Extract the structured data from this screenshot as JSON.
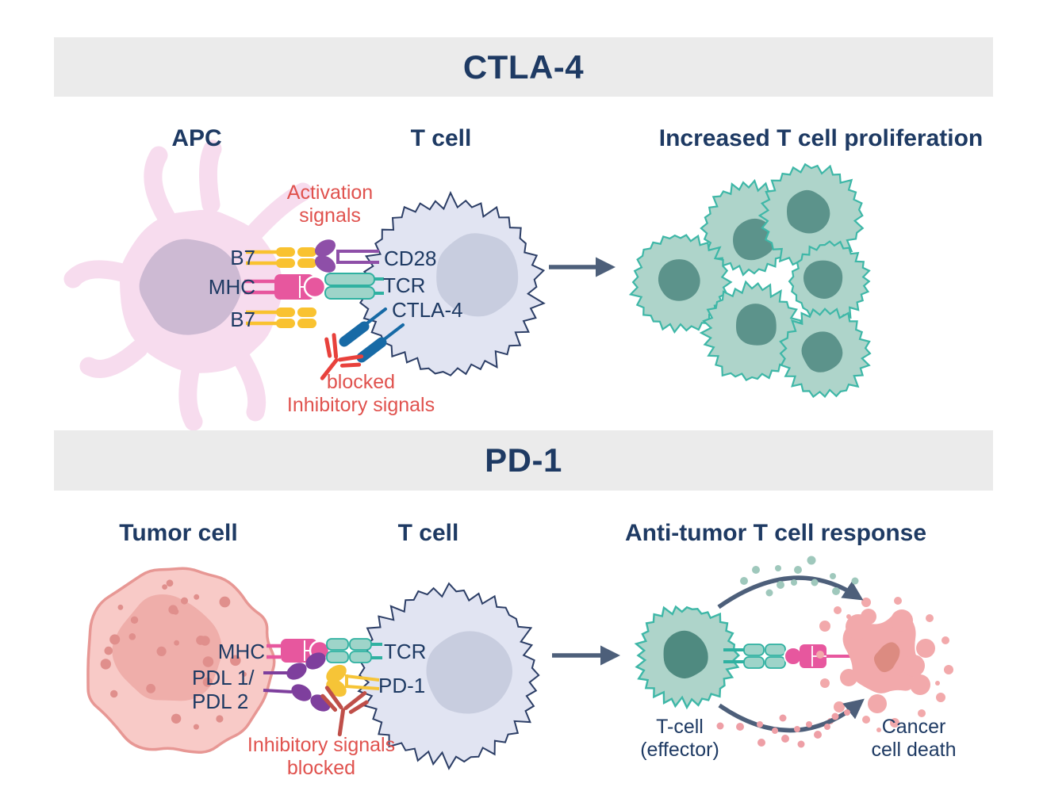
{
  "palette": {
    "navy_text": "#1e3a63",
    "red_text": "#e0524e",
    "banner_bg": "#ebebeb",
    "apc_pink": "#f7dcee",
    "apc_nucleus": "#cdbad3",
    "tcell_body": "#e1e4f2",
    "tcell_outline": "#2c3e66",
    "tcell_nucleus": "#c8cddf",
    "b7_yellow": "#f9c230",
    "mhc_pink": "#e7579e",
    "cd28_purple": "#8e4fa8",
    "pdl_purple": "#7e3f9d",
    "tcr_teal_fill": "#9ed4c9",
    "tcr_teal_stroke": "#2fb1a1",
    "ctla4_blue": "#176aa6",
    "pd1_yellow": "#f6c437",
    "antibody_red": "#e8413c",
    "antibody_brick": "#bf4f49",
    "green_cell_body": "#aed4ca",
    "green_cell_outline": "#3eb7a7",
    "green_cell_nucleus": "#5c938b",
    "effector_nucleus": "#4f8a80",
    "tumor_body": "#f8cac7",
    "tumor_outline": "#e79794",
    "tumor_nucleus": "#efaeaa",
    "tumor_dots": "#e08f8c",
    "debris_pink": "#f2a9ab",
    "debris_core": "#dc8b81",
    "arrow_slate": "#4d5f7a",
    "dot_teal": "#9fc8bc",
    "dot_pink": "#ee9fa6"
  },
  "ctla4": {
    "banner": "CTLA-4",
    "col_apc": "APC",
    "col_tcell": "T cell",
    "col_result": "Increased T cell proliferation",
    "label_b7_top": "B7",
    "label_mhc": "MHC",
    "label_b7_bottom": "B7",
    "label_cd28": "CD28",
    "label_tcr": "TCR",
    "label_ctla4": "CTLA-4",
    "activation_line1": "Activation",
    "activation_line2": "signals",
    "blocked_line1": "blocked",
    "blocked_line2": "Inhibitory signals"
  },
  "pd1": {
    "banner": "PD-1",
    "col_tumor": "Tumor cell",
    "col_tcell": "T cell",
    "col_result": "Anti-tumor T cell response",
    "label_mhc": "MHC",
    "label_pdl1": "PDL 1/",
    "label_pdl2": "PDL 2",
    "label_tcr": "TCR",
    "label_pd1": "PD-1",
    "blocked_line1": "Inhibitory signals",
    "blocked_line2": "blocked",
    "effector_line1": "T-cell",
    "effector_line2": "(effector)",
    "death_line1": "Cancer",
    "death_line2": "cell death"
  }
}
